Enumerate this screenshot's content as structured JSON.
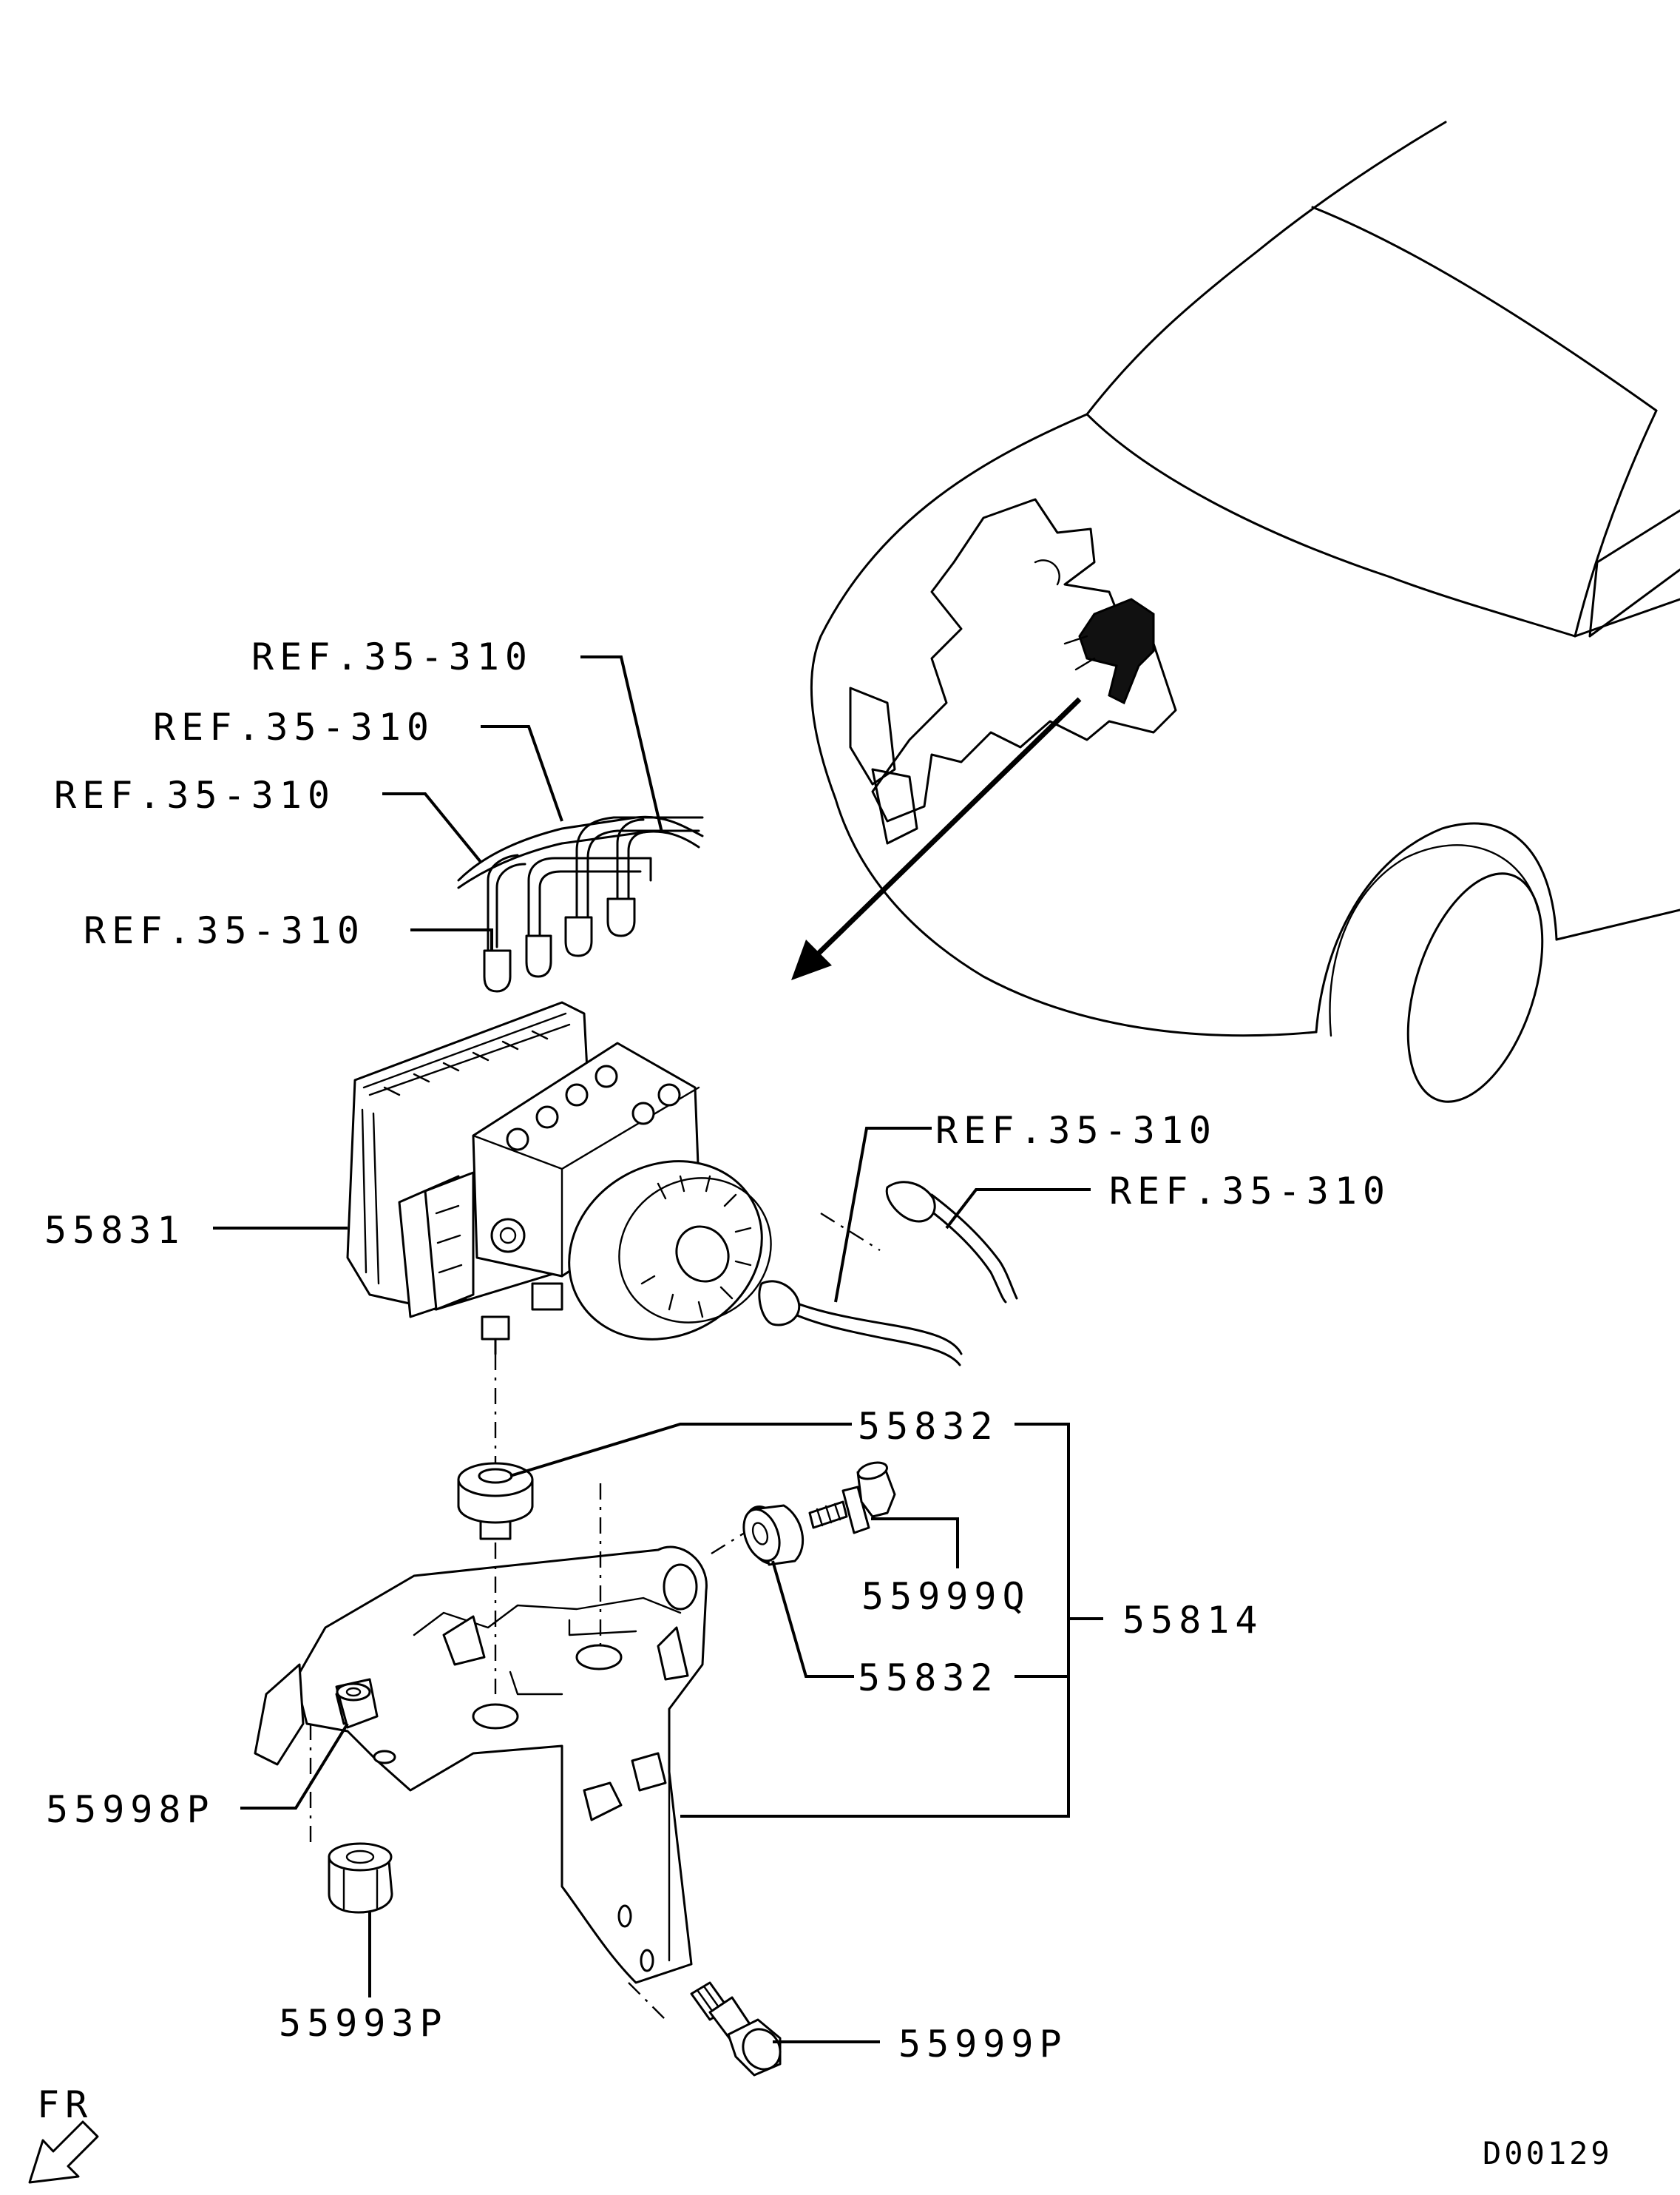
{
  "labels": {
    "ref_1": "REF.35-310",
    "ref_2": "REF.35-310",
    "ref_3": "REF.35-310",
    "ref_4": "REF.35-310",
    "ref_5": "REF.35-310",
    "ref_6": "REF.35-310",
    "part_55831": "55831",
    "part_55832_top": "55832",
    "part_55999Q": "55999Q",
    "part_55814": "55814",
    "part_55832_mid": "55832",
    "part_55998P": "55998P",
    "part_55993P": "55993P",
    "part_55999P": "55999P",
    "direction": "FR",
    "diagram_code": "D00129"
  },
  "icons": {
    "front_arrow": "front-direction-arrow-icon",
    "location_arrow": "location-pointer-arrow-icon"
  },
  "colors": {
    "line": "#000000",
    "background": "#ffffff"
  }
}
